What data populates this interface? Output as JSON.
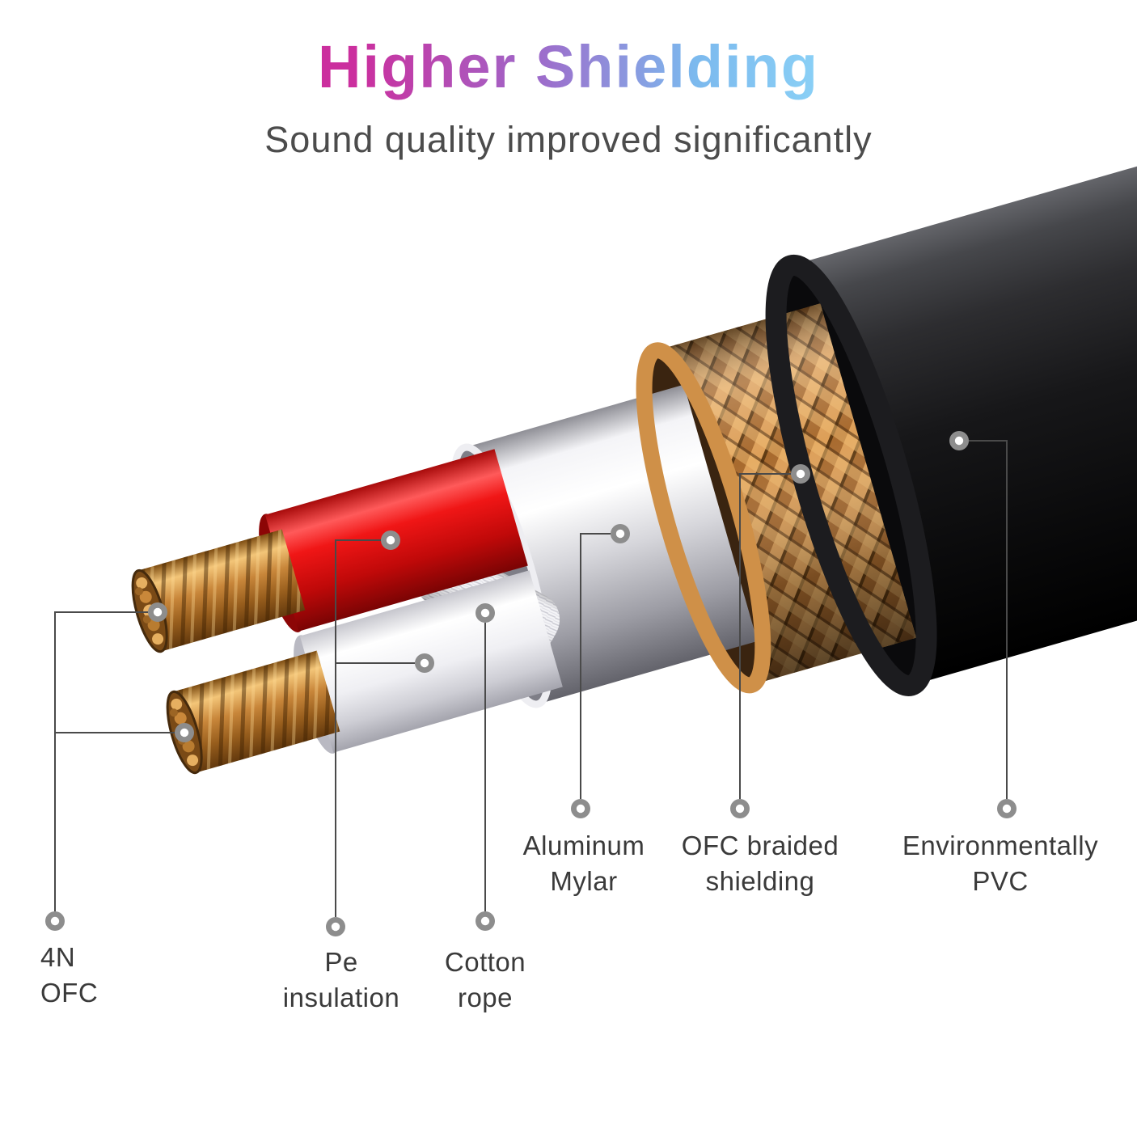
{
  "header": {
    "title": "Higher Shielding",
    "subtitle": "Sound quality improved significantly",
    "title_gradient_start": "#cb2f9e",
    "title_gradient_mid": "#9a6bcb",
    "title_gradient_end": "#7fc6f4"
  },
  "callouts": [
    {
      "id": "4n-ofc",
      "label": "4N\nOFC"
    },
    {
      "id": "pe-insulation",
      "label": "Pe\ninsulation"
    },
    {
      "id": "cotton-rope",
      "label": "Cotton\nrope"
    },
    {
      "id": "aluminum-mylar",
      "label": "Aluminum\nMylar"
    },
    {
      "id": "ofc-braided-shielding",
      "label": "OFC braided\nshielding"
    },
    {
      "id": "environmentally-pvc",
      "label": "Environmentally\nPVC"
    }
  ],
  "illustration": {
    "colors": {
      "copper": "#c98a46",
      "pvc_jacket": "#141416",
      "mylar_silver": "#d9d9de",
      "wire_red": "#e01212",
      "wire_white": "#f1f1f4",
      "callout_line": "#4a4a4a",
      "callout_dot": "#8d8d8d"
    }
  }
}
